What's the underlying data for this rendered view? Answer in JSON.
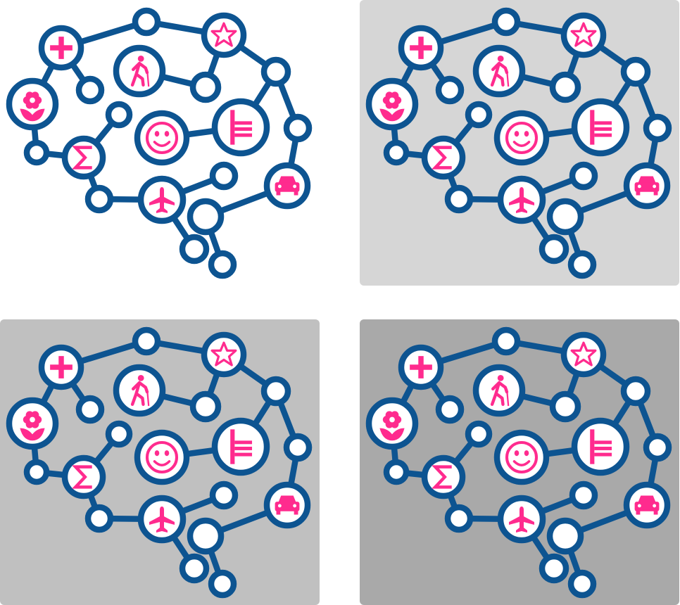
{
  "colors": {
    "stroke": "#0d5491",
    "icon": "#ff2b8e",
    "node_fill": "#ffffff"
  },
  "panels": [
    {
      "name": "panel-white-background",
      "background": "#ffffff"
    },
    {
      "name": "panel-light-gray-background",
      "background": "#d6d6d6"
    },
    {
      "name": "panel-medium-gray-background",
      "background": "#c0c0c0"
    },
    {
      "name": "panel-dark-gray-background",
      "background": "#a9a9a9"
    }
  ],
  "icons": [
    "plus-icon",
    "star-icon",
    "walking-person-icon",
    "flower-icon",
    "smiley-icon",
    "sigma-icon",
    "bar-chart-icon",
    "airplane-icon",
    "car-icon"
  ]
}
